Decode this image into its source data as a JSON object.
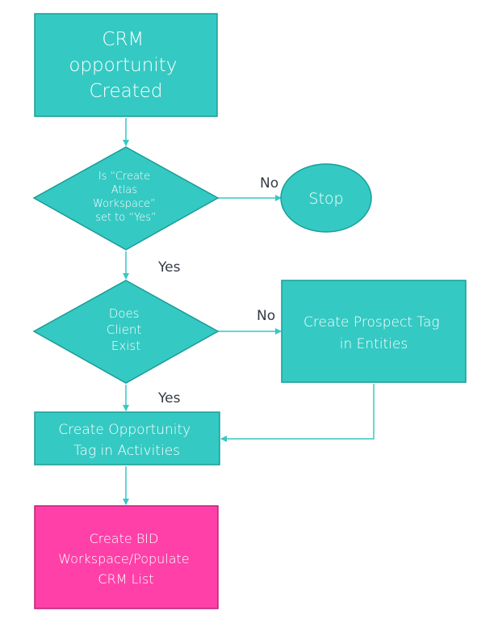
{
  "colors": {
    "teal_fill": "#35c9c3",
    "teal_stroke": "#1a9d98",
    "magenta_fill": "#ff40a8",
    "magenta_stroke": "#c21d7c",
    "connector": "#35c9c3",
    "label_text": "#333a45"
  },
  "nodes": {
    "crm_created": {
      "lines": [
        "CRM",
        "opportunity",
        "Created"
      ]
    },
    "decision_atlas": {
      "lines": [
        "Is “Create",
        "Atlas",
        "Workspace”",
        "set to “Yes”"
      ]
    },
    "stop": {
      "lines": [
        "Stop"
      ]
    },
    "decision_client": {
      "lines": [
        "Does",
        "Client",
        "Exist"
      ]
    },
    "prospect_tag": {
      "lines": [
        "Create Prospect Tag",
        "in Entities"
      ]
    },
    "opportunity_tag": {
      "lines": [
        "Create Opportunity",
        "Tag in Activities"
      ]
    },
    "bid_workspace": {
      "lines": [
        "Create BID",
        "Workspace/Populate",
        "CRM List"
      ]
    }
  },
  "edge_labels": {
    "atlas_no": "No",
    "atlas_yes": "Yes",
    "client_no": "No",
    "client_yes": "Yes"
  }
}
